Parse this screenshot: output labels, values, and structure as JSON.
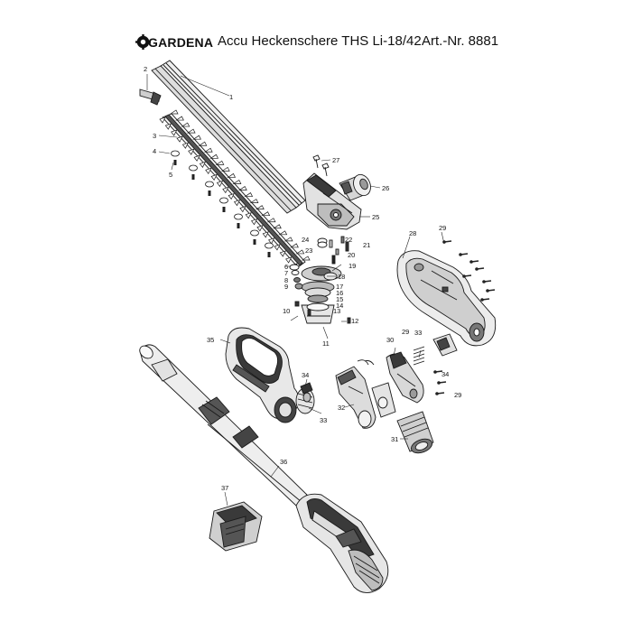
{
  "header": {
    "brand": "GARDENA",
    "title": "Accu Heckenschere THS Li-18/42",
    "article_number": "Art.-Nr. 8881"
  },
  "callouts": {
    "1": "1",
    "2": "2",
    "3": "3",
    "4": "4",
    "5": "5",
    "6": "6",
    "7": "7",
    "8": "8",
    "9": "9",
    "10": "10",
    "11": "11",
    "12": "12",
    "13": "13",
    "14": "14",
    "15": "15",
    "16": "16",
    "17": "17",
    "18": "18",
    "19": "19",
    "20": "20",
    "21": "21",
    "22": "22",
    "23": "23",
    "24": "24",
    "25": "25",
    "26": "26",
    "27": "27",
    "28": "28",
    "29": "29",
    "30": "30",
    "31": "31",
    "32": "32",
    "33": "33",
    "34": "34",
    "35": "35",
    "36": "36",
    "37": "37"
  },
  "colors": {
    "line": "#1a1a1a",
    "dark": "#2b2b2b",
    "mid": "#8a8a8a",
    "light": "#d4d4d4"
  }
}
